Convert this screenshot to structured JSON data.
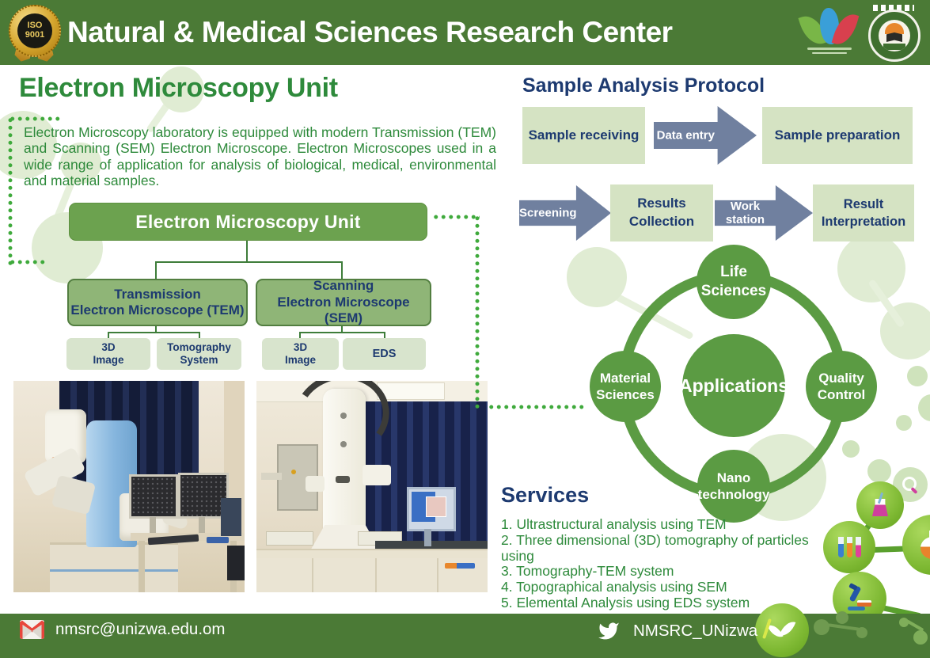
{
  "header": {
    "title": "Natural & Medical Sciences Research Center",
    "iso_line1": "ISO",
    "iso_line2": "9001"
  },
  "em_unit": {
    "heading": "Electron Microscopy Unit",
    "intro": "Electron Microscopy laboratory is equipped with modern Transmission (TEM) and Scanning (SEM) Electron Microscope.  Electron Microscopes used in a wide range of application for analysis of biological, medical, environmental and material samples."
  },
  "org_chart": {
    "root": "Electron Microscopy Unit",
    "tem": {
      "line1": "Transmission",
      "line2": "Electron Microscope (TEM)"
    },
    "sem": {
      "line1": "Scanning",
      "line2": "Electron Microscope (SEM)"
    },
    "tem_children": [
      {
        "line1": "3D",
        "line2": "Image"
      },
      {
        "line1": "Tomography",
        "line2": "System"
      }
    ],
    "sem_children": [
      {
        "line1": "3D",
        "line2": "Image"
      },
      {
        "line1": "EDS",
        "line2": ""
      }
    ]
  },
  "protocol": {
    "heading": "Sample Analysis Protocol",
    "step1": "Sample receiving",
    "arrow1": "Data entry",
    "step2": "Sample preparation",
    "arrow2": "Screening",
    "step3": {
      "line1": "Results",
      "line2": "Collection"
    },
    "arrow3": "Work station",
    "step4": {
      "line1": "Result",
      "line2": "Interpretation"
    }
  },
  "applications": {
    "center": "Applications",
    "top": {
      "line1": "Life",
      "line2": "Sciences"
    },
    "left": {
      "line1": "Material",
      "line2": "Sciences"
    },
    "right": {
      "line1": "Quality",
      "line2": "Control"
    },
    "bottom": {
      "line1": "Nano",
      "line2": "technology"
    }
  },
  "services": {
    "heading": "Services",
    "items": [
      "1. Ultrastructural analysis using TEM",
      "2. Three dimensional (3D) tomography of particles using",
      "3. Tomography-TEM system",
      "4. Topographical analysis using SEM",
      "5. Elemental Analysis using EDS system"
    ]
  },
  "footer": {
    "email": "nmsrc@unizwa.edu.om",
    "twitter": "NMSRC_UNizwa"
  },
  "icons": {
    "badge": "iso-9001-medal",
    "logo": "nmsrc-leaf-logo",
    "emblem": "university-emblem",
    "mail": "gmail-envelope",
    "twitter": "twitter-bird"
  },
  "colors": {
    "bar_green": "#4b7a36",
    "accent_green": "#2e8a3b",
    "root_box_green": "#6ca24f",
    "mid_box_green": "#8fb577",
    "light_box_green": "#d5e3c3",
    "navy": "#1d3a70",
    "arrow_slate": "#70809f",
    "circle_green": "#5b9b43",
    "dot_green": "#3faa3c"
  }
}
